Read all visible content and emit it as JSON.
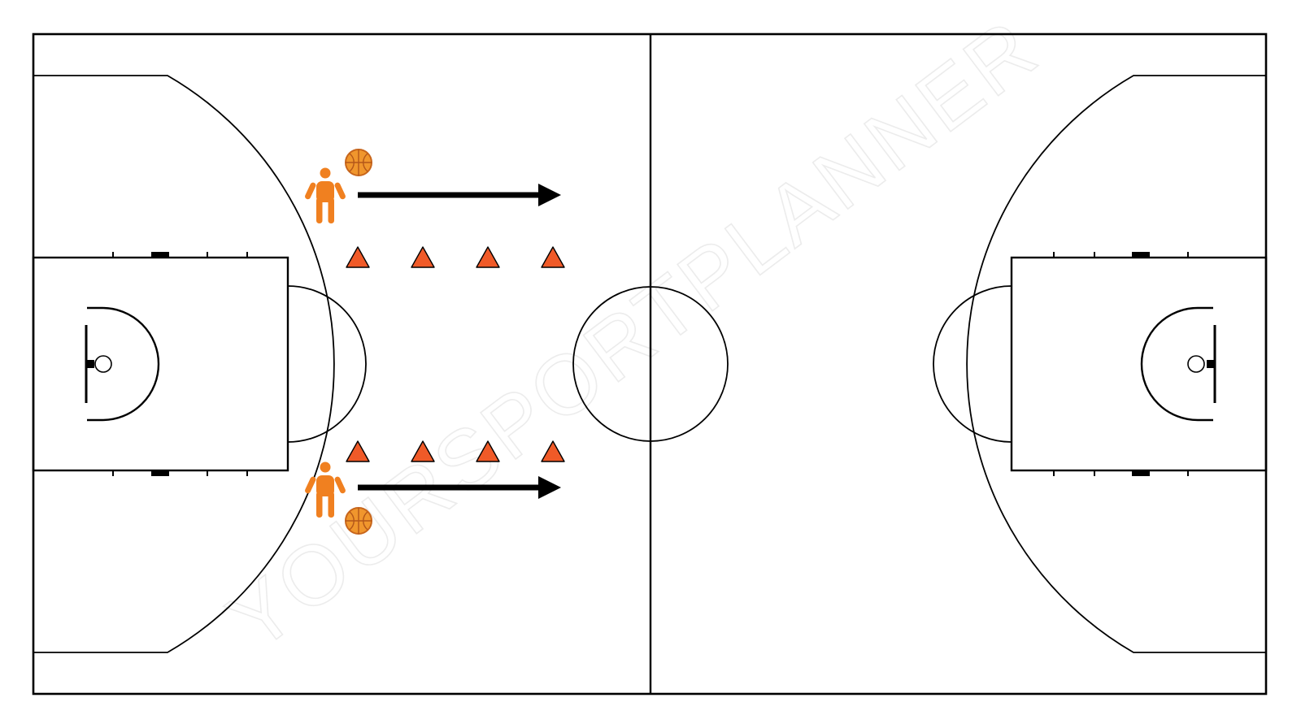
{
  "watermark": {
    "text": "YOURSPORTPLANNER"
  },
  "colors": {
    "court_line": "#000000",
    "player": "#f08020",
    "cone_fill": "#f05a28",
    "ball_fill": "#f0962d",
    "ball_stroke": "#c8661c",
    "arrow": "#000000",
    "watermark": "#ececec"
  },
  "diagram": {
    "players": [
      {
        "icon": "person-icon",
        "role": "dribbler",
        "color": "#f08020"
      },
      {
        "icon": "person-icon",
        "role": "dribbler",
        "color": "#f08020"
      }
    ],
    "balls": [
      {
        "icon": "basketball-icon"
      },
      {
        "icon": "basketball-icon"
      }
    ],
    "cone_rows": [
      {
        "cone_count": 4
      },
      {
        "cone_count": 4
      }
    ],
    "arrows": [
      {
        "type": "movement-arrow",
        "direction": "right"
      },
      {
        "type": "movement-arrow",
        "direction": "right"
      }
    ]
  }
}
